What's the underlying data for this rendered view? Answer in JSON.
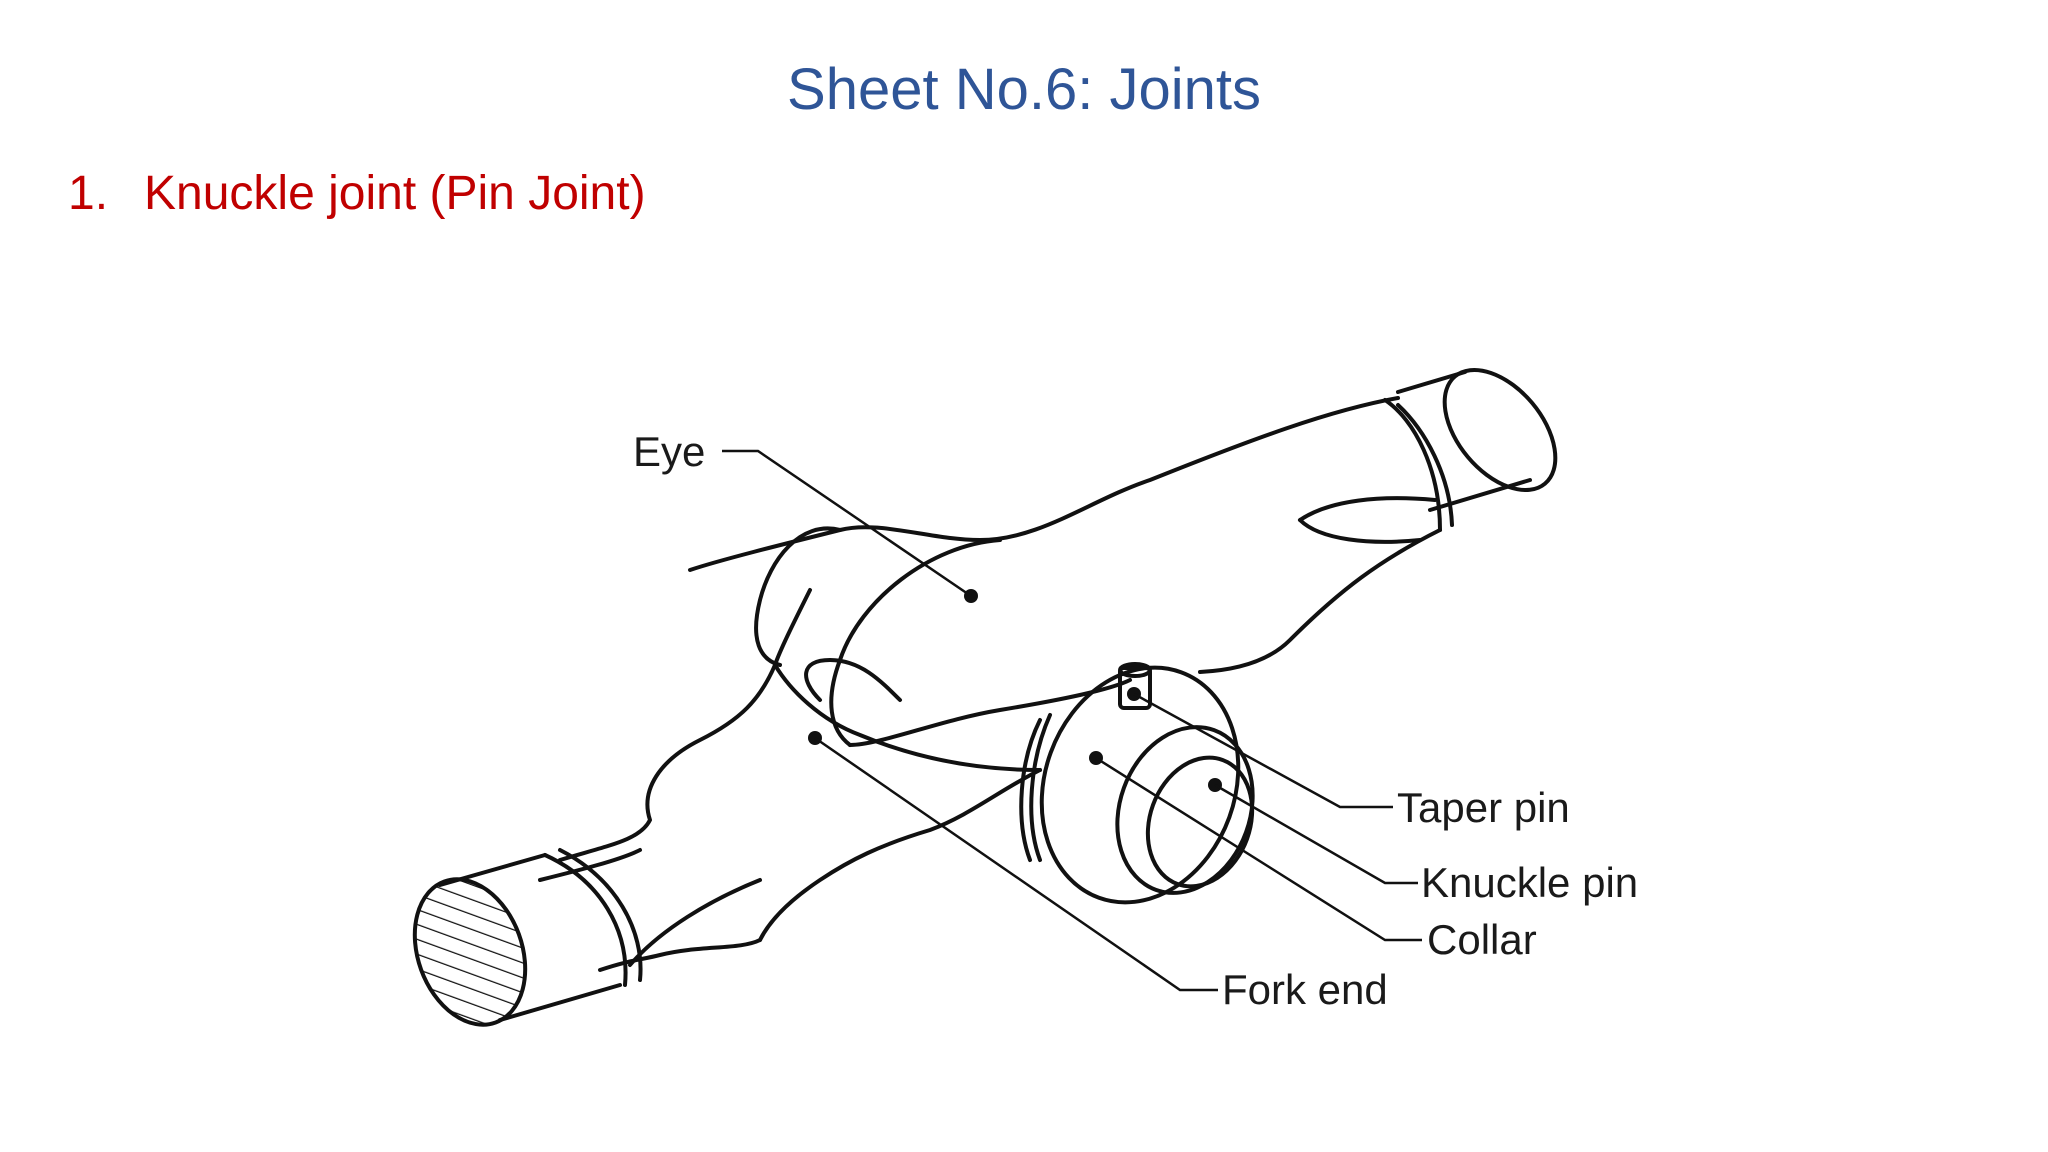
{
  "slide": {
    "title": "Sheet No.6: Joints",
    "item_number": "1.",
    "item_heading": "Knuckle joint (Pin Joint)"
  },
  "diagram": {
    "labels": {
      "eye": "Eye",
      "taper_pin": "Taper pin",
      "knuckle_pin": "Knuckle pin",
      "collar": "Collar",
      "fork_end": "Fork end"
    }
  }
}
